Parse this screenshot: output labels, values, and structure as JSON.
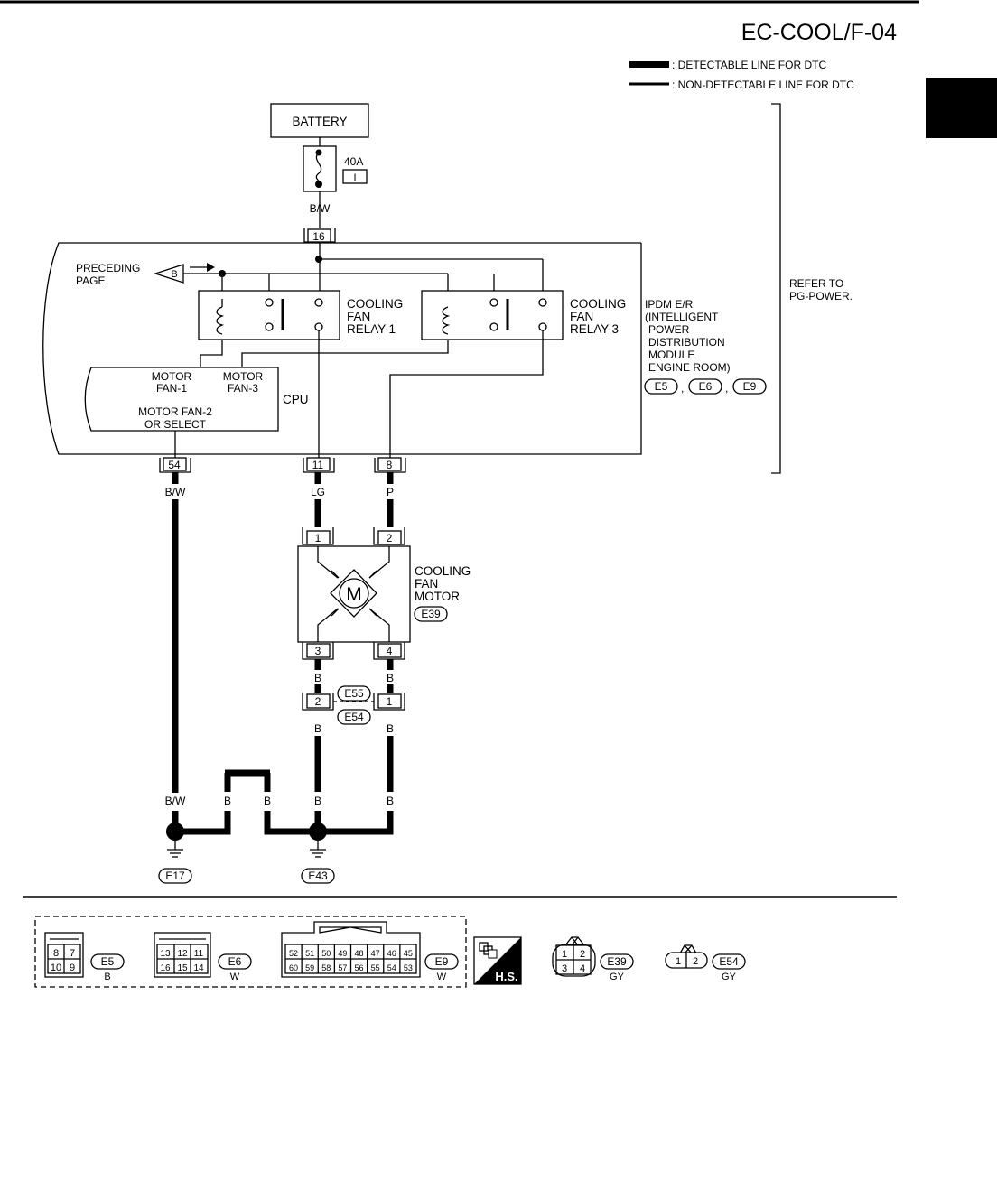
{
  "page": {
    "title": "EC-COOL/F-04"
  },
  "legend": {
    "detectable": ": DETECTABLE LINE FOR DTC",
    "non_detectable": ": NON-DETECTABLE LINE FOR DTC"
  },
  "battery": {
    "label": "BATTERY"
  },
  "fuse": {
    "rating": "40A",
    "id": "I"
  },
  "wires": {
    "battery_to_ipdm": "B/W",
    "pin54": "B/W",
    "pin11": "LG",
    "pin8": "P",
    "motor_pin3": "B",
    "motor_pin4": "B",
    "e54_pin2": "B",
    "e54_pin1": "B",
    "ground_bw": "B/W",
    "ground_b1": "B",
    "ground_b2": "B",
    "ground_b3": "B",
    "ground_b4": "B"
  },
  "pins": {
    "ipdm_16": "16",
    "ipdm_54": "54",
    "ipdm_11": "11",
    "ipdm_8": "8",
    "motor_1": "1",
    "motor_2": "2",
    "motor_3": "3",
    "motor_4": "4",
    "junction_2": "2",
    "junction_1": "1"
  },
  "preceding": {
    "line1": "PRECEDING",
    "line2": "PAGE",
    "marker": "B"
  },
  "relays": {
    "relay1": [
      "COOLING",
      "FAN",
      "RELAY-1"
    ],
    "relay3": [
      "COOLING",
      "FAN",
      "RELAY-3"
    ]
  },
  "cpu": {
    "label": "CPU",
    "motor_fan1": [
      "MOTOR",
      "FAN-1"
    ],
    "motor_fan3": [
      "MOTOR",
      "FAN-3"
    ],
    "motor_fan2": [
      "MOTOR FAN-2",
      "OR SELECT"
    ]
  },
  "ipdm": {
    "lines": [
      "IPDM E/R",
      "(INTELLIGENT",
      "POWER",
      "DISTRIBUTION",
      "MODULE",
      "ENGINE ROOM)"
    ],
    "connectors": [
      "E5",
      "E6",
      "E9"
    ]
  },
  "refer": {
    "line1": "REFER TO",
    "line2": "PG-POWER."
  },
  "motor": {
    "symbol": "M",
    "lines": [
      "COOLING",
      "FAN",
      "MOTOR"
    ],
    "connector": "E39"
  },
  "junction": {
    "upper": "E55",
    "lower": "E54"
  },
  "grounds": {
    "left": "E17",
    "right": "E43"
  },
  "connector_views": {
    "e5": {
      "id": "E5",
      "color": "B",
      "row1": [
        "8",
        "7"
      ],
      "row2": [
        "10",
        "9"
      ]
    },
    "e6": {
      "id": "E6",
      "color": "W",
      "row1": [
        "13",
        "12",
        "11"
      ],
      "row2": [
        "16",
        "15",
        "14"
      ]
    },
    "e9": {
      "id": "E9",
      "color": "W",
      "row1": [
        "52",
        "51",
        "50",
        "49",
        "48",
        "47",
        "46",
        "45"
      ],
      "row2": [
        "60",
        "59",
        "58",
        "57",
        "56",
        "55",
        "54",
        "53"
      ]
    },
    "hs": "H.S.",
    "e39": {
      "id": "E39",
      "color": "GY",
      "row1": [
        "1",
        "2"
      ],
      "row2": [
        "3",
        "4"
      ]
    },
    "e54": {
      "id": "E54",
      "color": "GY",
      "row1": [
        "1",
        "2"
      ]
    }
  },
  "colors": {
    "ink": "#000000",
    "paper": "#ffffff"
  }
}
